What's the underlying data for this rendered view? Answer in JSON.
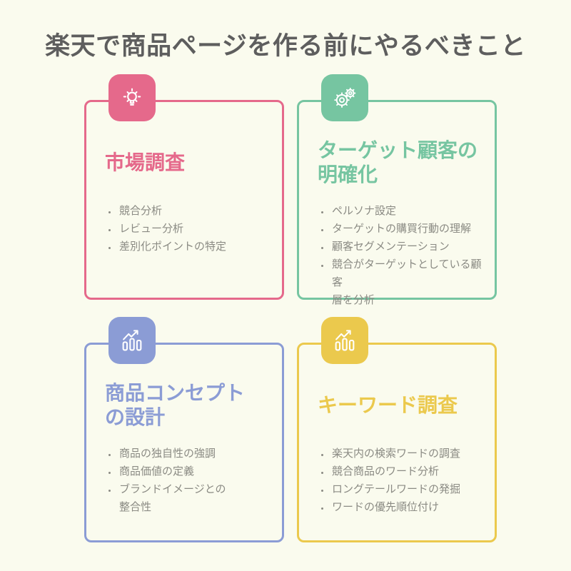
{
  "page": {
    "background_color": "#FAFBEE",
    "title": "楽天で商品ページを作る前にやるべきこと",
    "title_color": "#5E5E5E",
    "body_text_color": "#8B8B84"
  },
  "cards": [
    {
      "title": "市場調査",
      "color": "#E5698B",
      "icon": "lightbulb-icon",
      "items": [
        "競合分析",
        "レビュー分析",
        "差別化ポイントの特定"
      ]
    },
    {
      "title": "ターゲット顧客の\n明確化",
      "color": "#76C5A1",
      "icon": "gears-icon",
      "items": [
        "ペルソナ設定",
        "ターゲットの購買行動の理解",
        "顧客セグメンテーション",
        "競合がターゲットとしている顧客\n層を分析"
      ]
    },
    {
      "title": "商品コンセプト\nの設計",
      "color": "#8B9CD5",
      "icon": "bar-chart-growth-icon",
      "items": [
        "商品の独自性の強調",
        "商品価値の定義",
        "ブランドイメージとの\n整合性"
      ]
    },
    {
      "title": "キーワード調査",
      "color": "#EBC94D",
      "icon": "bar-chart-growth-icon",
      "items": [
        "楽天内の検索ワードの調査",
        "競合商品のワード分析",
        "ロングテールワードの発掘",
        "ワードの優先順位付け"
      ]
    }
  ]
}
